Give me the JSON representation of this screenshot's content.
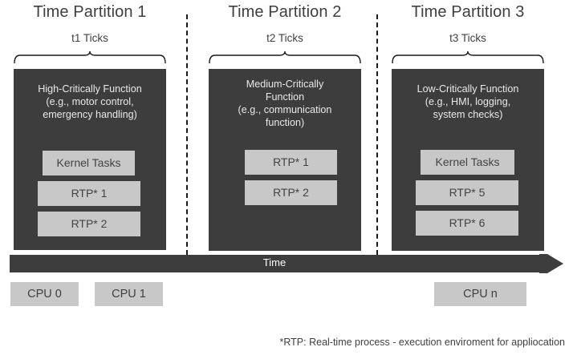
{
  "diagram": {
    "colors": {
      "block_dark": "#3d3d3d",
      "chip_light": "#c8c8c8",
      "text_dark": "#3f3f3f",
      "text_light": "#e9e9e9",
      "background": "#ffffff"
    },
    "partitions": [
      {
        "title": "Time Partition 1",
        "ticks": "t1 Ticks",
        "caption": "High-Critically Function\n(e.g., motor control,\nemergency handling)",
        "tasks": [
          "Kernel Tasks",
          "RTP* 1",
          "RTP* 2"
        ]
      },
      {
        "title": "Time Partition 2",
        "ticks": "t2 Ticks",
        "caption": "Medium-Critically\nFunction\n(e.g., communication\nfunction)",
        "tasks": [
          "RTP* 1",
          "RTP* 2"
        ]
      },
      {
        "title": "Time Partition 3",
        "ticks": "t3 Ticks",
        "caption": "Low-Critically Function\n(e.g., HMI, logging,\nsystem checks)",
        "tasks": [
          "Kernel Tasks",
          "RTP* 5",
          "RTP* 6"
        ]
      }
    ],
    "timeline": {
      "label": "Time",
      "icon": "right-arrow-icon"
    },
    "cpus": [
      {
        "label": "CPU 0"
      },
      {
        "label": "CPU 1"
      },
      {
        "label": "CPU n"
      }
    ],
    "footnote": "*RTP: Real-time process - execution enviroment for appliocation"
  }
}
